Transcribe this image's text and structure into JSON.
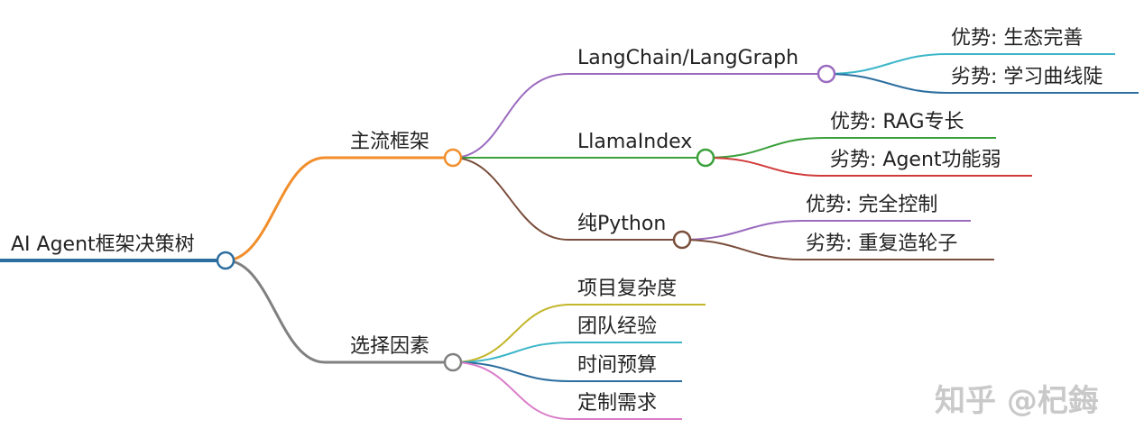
{
  "root": {
    "label": "AI Agent框架决策树",
    "color": "#2c6e9f"
  },
  "branches": [
    {
      "label": "主流框架",
      "color": "#f28e2b",
      "children": [
        {
          "label": "LangChain/LangGraph",
          "color": "#9b6bbf",
          "children": [
            {
              "label": "优势: 生态完善",
              "color": "#3bb6c9"
            },
            {
              "label": "劣势: 学习曲线陡",
              "color": "#2c6e9f"
            }
          ]
        },
        {
          "label": "LlamaIndex",
          "color": "#3aa03a",
          "children": [
            {
              "label": "优势: RAG专长",
              "color": "#3aa03a"
            },
            {
              "label": "劣势: Agent功能弱",
              "color": "#d23a3a"
            }
          ]
        },
        {
          "label": "纯Python",
          "color": "#7a4e3c",
          "children": [
            {
              "label": "优势: 完全控制",
              "color": "#9b6bbf"
            },
            {
              "label": "劣势: 重复造轮子",
              "color": "#7a4e3c"
            }
          ]
        }
      ]
    },
    {
      "label": "选择因素",
      "color": "#808080",
      "children": [
        {
          "label": "项目复杂度",
          "color": "#c3b62a"
        },
        {
          "label": "团队经验",
          "color": "#3bb6c9"
        },
        {
          "label": "时间预算",
          "color": "#2c6e9f"
        },
        {
          "label": "定制需求",
          "color": "#d97cc8"
        }
      ]
    }
  ],
  "watermark": "知乎 @杞鋂"
}
